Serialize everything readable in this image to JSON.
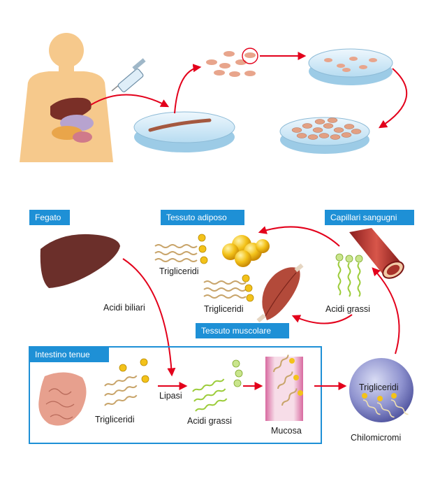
{
  "colors": {
    "accent": "#1e90d6",
    "arrow": "#e3001b",
    "liver": "#6b2f2a",
    "fat": "#f3c21a",
    "fatty_chain": "#9ccc3a",
    "trig_chain": "#c8a46a",
    "chylo": "#6f6fb8",
    "skin": "#f6c98c"
  },
  "labels": {
    "fegato": "Fegato",
    "tessuto_adiposo": "Tessuto adiposo",
    "capillari": "Capillari sangugni",
    "tessuto_muscolare": "Tessuto muscolare",
    "intestino": "Intestino tenue",
    "acidi_biliari": "Acidi biliari",
    "trigliceridi_adipose": "Trigliceridi",
    "trigliceridi_muscle": "Trigliceridi",
    "acidi_grassi_capillary": "Acidi grassi",
    "trigliceridi_intestine": "Trigliceridi",
    "lipasi": "Lipasi",
    "acidi_grassi_intestine": "Acidi grassi",
    "mucosa": "Mucosa",
    "trigliceridi_chylo": "Trigliceridi",
    "chilomicromi": "Chilomicromi"
  },
  "icons": [
    "syringe-icon",
    "liver-icon",
    "petri-dish-icon",
    "fat-cells-icon",
    "muscle-icon",
    "blood-vessel-icon",
    "intestine-icon",
    "chylomicron-icon"
  ]
}
